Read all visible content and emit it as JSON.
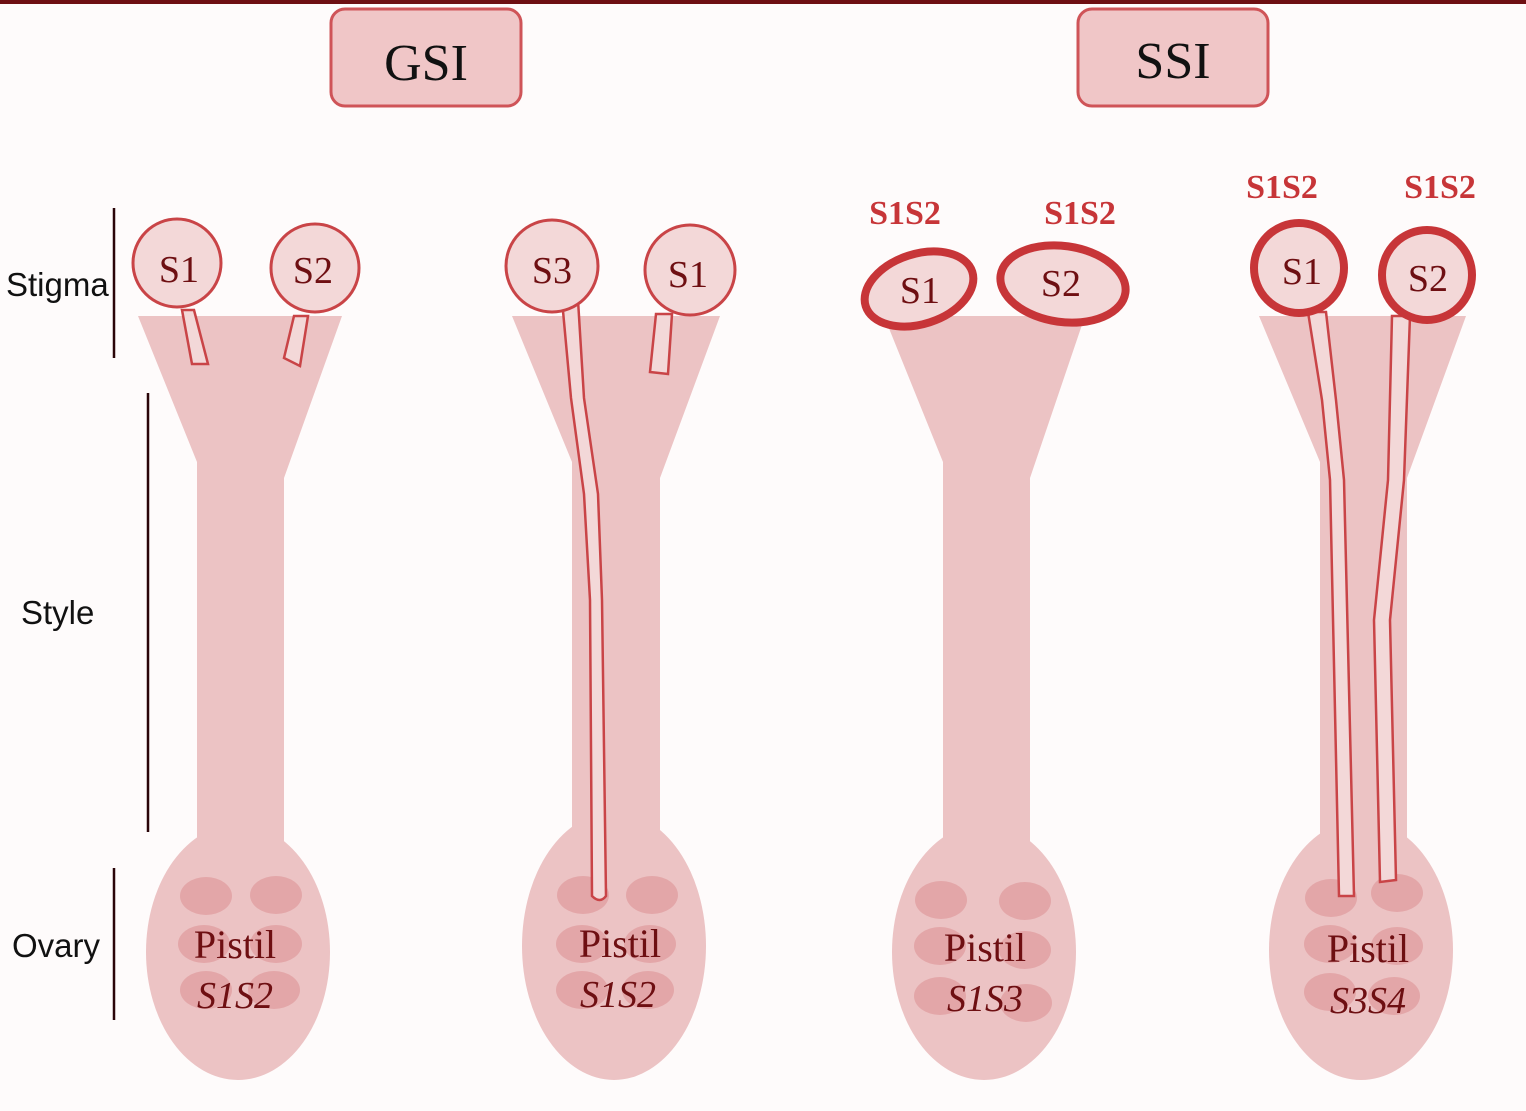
{
  "headers": {
    "gsi": "GSI",
    "ssi": "SSI"
  },
  "regions": {
    "stigma": "Stigma",
    "style": "Style",
    "ovary": "Ovary"
  },
  "pistils": [
    {
      "pistil_label": "Pistil",
      "genotype": "S1S2",
      "pollen": [
        {
          "allele": "S1",
          "sporophyte": "",
          "tube": "short"
        },
        {
          "allele": "S2",
          "sporophyte": "",
          "tube": "short"
        }
      ]
    },
    {
      "pistil_label": "Pistil",
      "genotype": "S1S2",
      "pollen": [
        {
          "allele": "S3",
          "sporophyte": "",
          "tube": "long"
        },
        {
          "allele": "S1",
          "sporophyte": "",
          "tube": "short"
        }
      ]
    },
    {
      "pistil_label": "Pistil",
      "genotype": "S1S3",
      "pollen": [
        {
          "allele": "S1",
          "sporophyte": "S1S2",
          "tube": "none"
        },
        {
          "allele": "S2",
          "sporophyte": "S1S2",
          "tube": "none"
        }
      ]
    },
    {
      "pistil_label": "Pistil",
      "genotype": "S3S4",
      "pollen": [
        {
          "allele": "S1",
          "sporophyte": "S1S2",
          "tube": "long"
        },
        {
          "allele": "S2",
          "sporophyte": "S1S2",
          "tube": "long"
        }
      ]
    }
  ],
  "colors": {
    "tissue": "#ecc3c4",
    "ovule": "#e3a6a8",
    "outline": "#c94447",
    "coat": "#c73538",
    "text": "#6e0f12",
    "header_fill": "#f0c6c7",
    "header_stroke": "#cf5458",
    "label_text": "#111111",
    "bracket": "#2a0508"
  }
}
